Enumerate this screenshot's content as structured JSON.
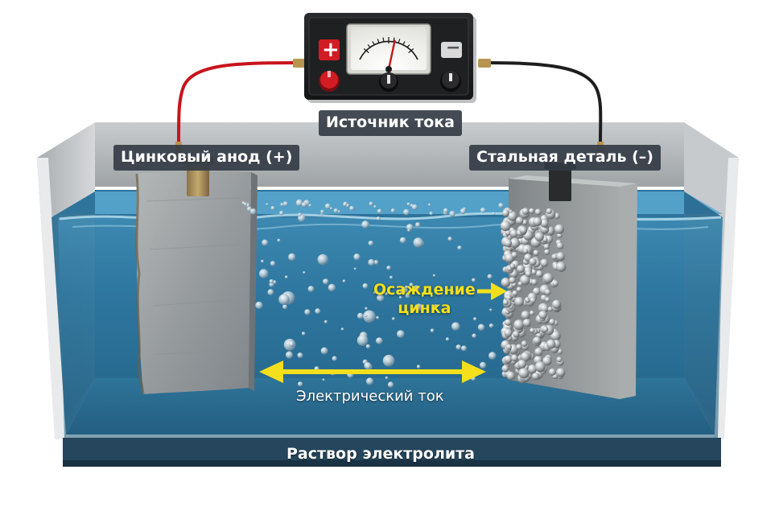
{
  "labels": {
    "power_source": "Источник тока",
    "anode": "Цинковый анод (+)",
    "cathode": "Стальная деталь (–)",
    "deposit_line1": "Осаждение",
    "deposit_line2": "цинка",
    "current": "Электрический ток",
    "electrolyte": "Раствор электролита"
  },
  "icons": {
    "plus": "plus-icon",
    "minus": "minus-icon",
    "meter": "meter-gauge-icon",
    "bubbles": "gas-bubble-icon",
    "deposit": "zinc-deposit-icon"
  },
  "colors": {
    "red_wire": "#c8141c",
    "black_wire": "#1e1e1e",
    "label_bg": "#343c46",
    "highlight": "#f4df1c",
    "electrolyte": "#2c6f93",
    "tank_wall": "#8c9299",
    "zinc_plate": "#9da2a4",
    "steel_plate": "#8e9294"
  },
  "meter": {
    "needle_value": 0.62
  }
}
